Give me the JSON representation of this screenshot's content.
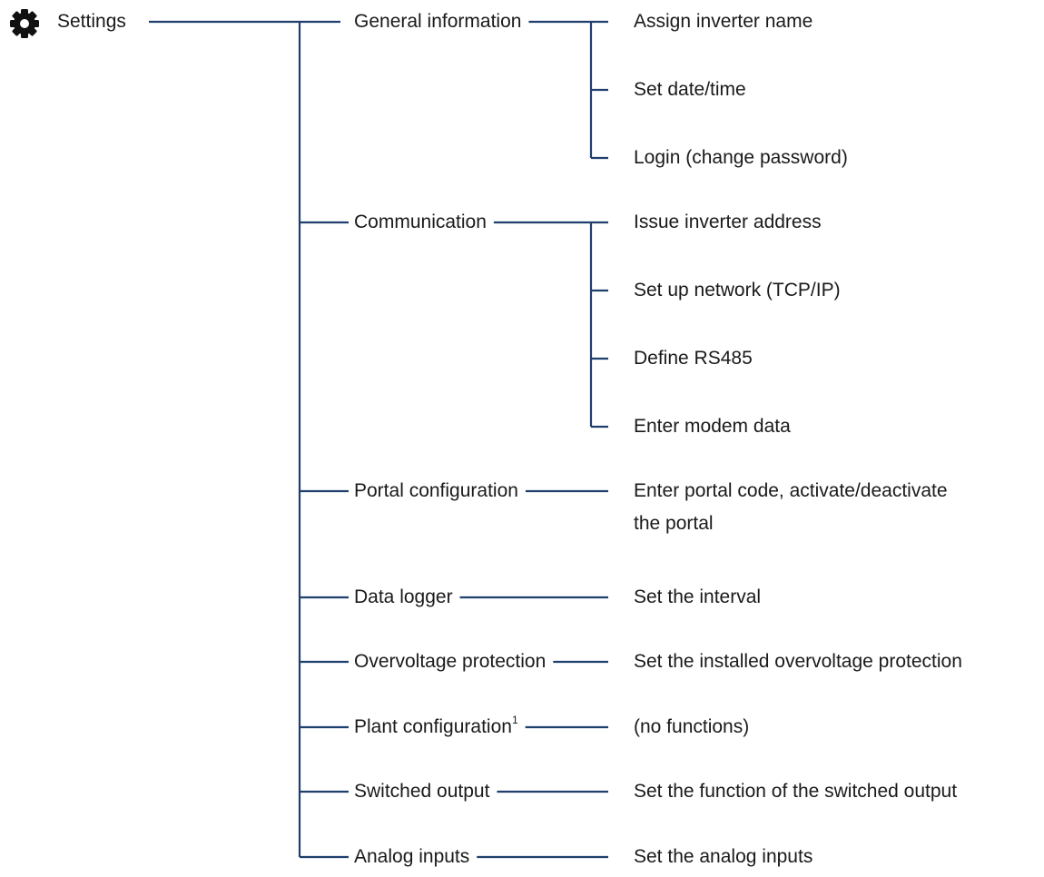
{
  "line_color": "#1f3f6e",
  "root": {
    "icon": "gear-icon",
    "label": "Settings"
  },
  "categories": [
    {
      "label": "General information",
      "items": [
        "Assign inverter name",
        "Set date/time",
        "Login (change password)"
      ]
    },
    {
      "label": "Communication",
      "items": [
        "Issue inverter address",
        "Set up network (TCP/IP)",
        "Define RS485",
        "Enter modem data"
      ]
    },
    {
      "label": "Portal configuration",
      "items": [
        "Enter portal code, activate/deactivate",
        "the portal"
      ]
    },
    {
      "label": "Data logger",
      "items": [
        "Set the interval"
      ]
    },
    {
      "label": "Overvoltage protection",
      "items": [
        "Set the installed overvoltage protection"
      ]
    },
    {
      "label": "Plant configuration",
      "footnote": "1",
      "items": [
        "(no functions)"
      ]
    },
    {
      "label": "Switched output",
      "items": [
        "Set the function of the switched output"
      ]
    },
    {
      "label": "Analog inputs",
      "items": [
        "Set the analog inputs"
      ]
    }
  ]
}
